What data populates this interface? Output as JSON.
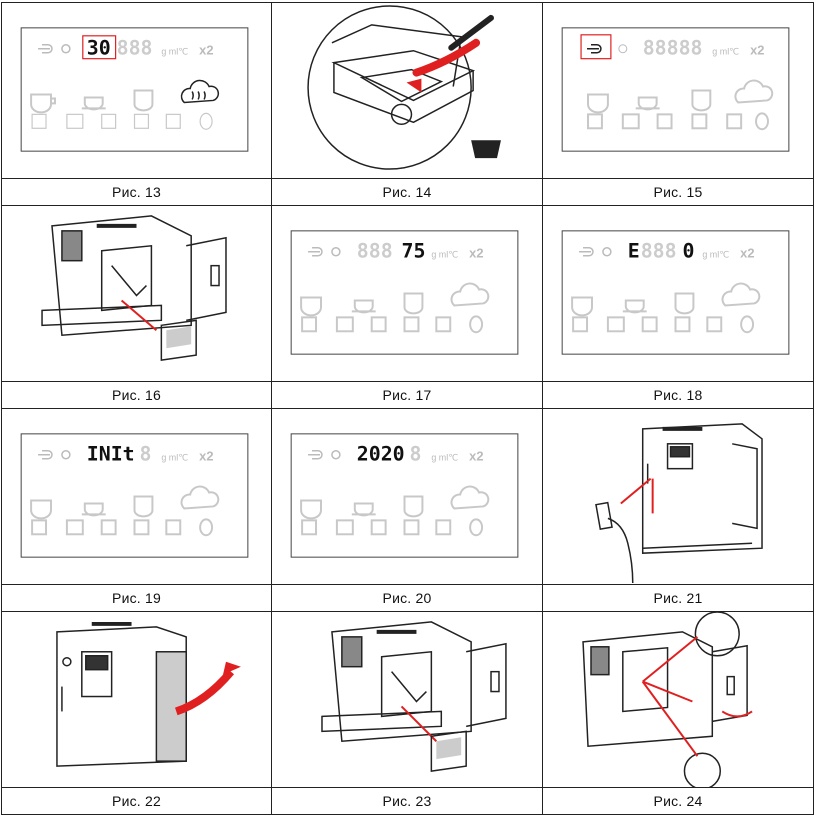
{
  "figures": [
    {
      "caption": "Рис. 13",
      "display_text": "30",
      "units": "g ml℃",
      "multiplier": "x2",
      "highlight": "display"
    },
    {
      "caption": "Рис. 14"
    },
    {
      "caption": "Рис. 15",
      "display_text": "",
      "units": "g ml℃",
      "multiplier": "x2",
      "highlight": "key"
    },
    {
      "caption": "Рис. 16"
    },
    {
      "caption": "Рис. 17",
      "display_text": "75",
      "units": "g ml℃",
      "multiplier": "x2"
    },
    {
      "caption": "Рис. 18",
      "display_text": "E",
      "display_text_2": "0",
      "units": "g ml℃",
      "multiplier": "x2"
    },
    {
      "caption": "Рис. 19",
      "display_text": "INIt",
      "units": "g ml℃",
      "multiplier": "x2"
    },
    {
      "caption": "Рис. 20",
      "display_text": "2020",
      "units": "g ml℃",
      "multiplier": "x2"
    },
    {
      "caption": "Рис. 21"
    },
    {
      "caption": "Рис. 22"
    },
    {
      "caption": "Рис. 23"
    },
    {
      "caption": "Рис. 24"
    }
  ],
  "colors": {
    "line": "#222222",
    "faint": "#c8c8c8",
    "accent": "#e02020",
    "display": "#111111"
  }
}
